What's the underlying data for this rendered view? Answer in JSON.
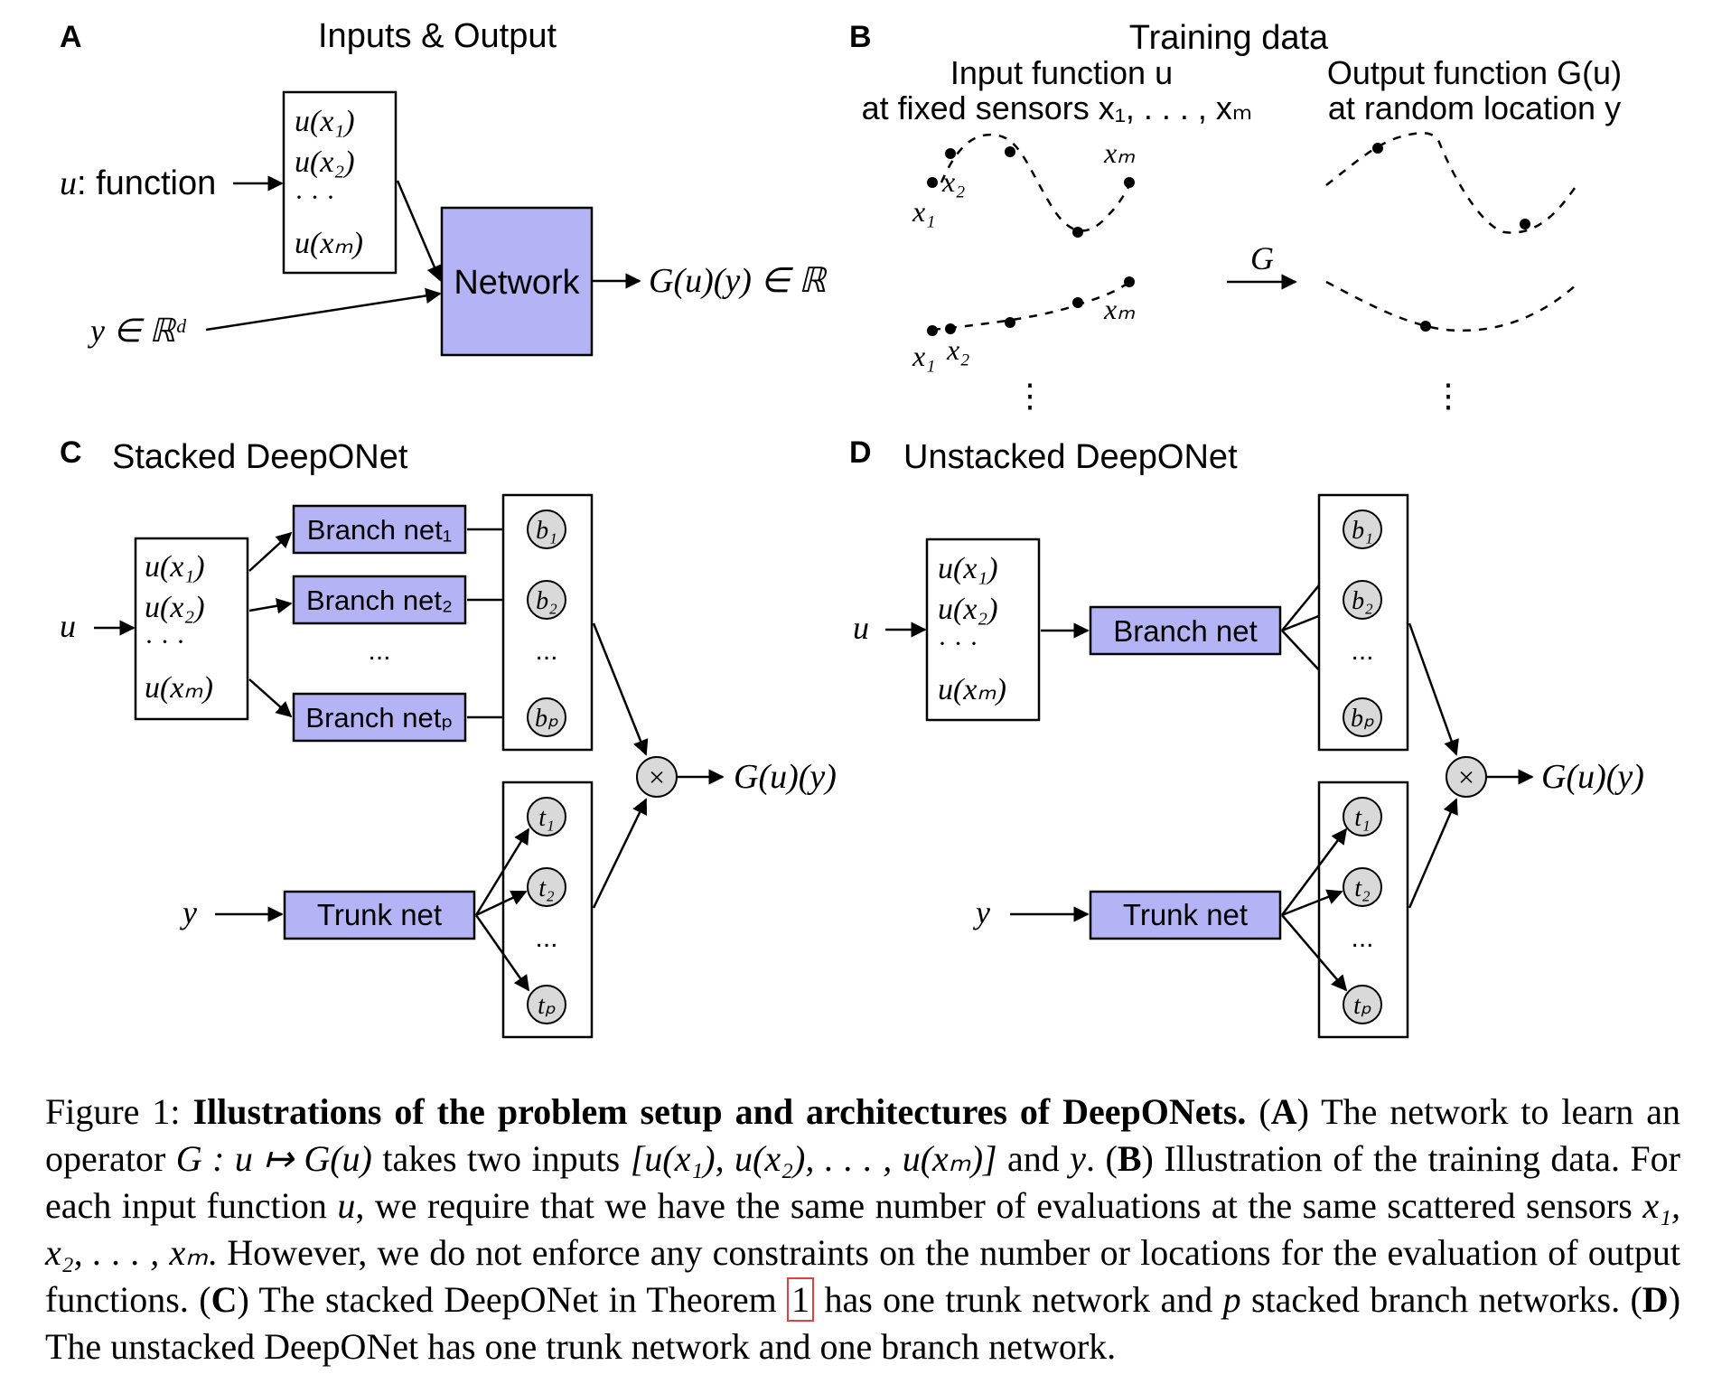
{
  "panel_a": {
    "letter": "A",
    "title": "Inputs & Output",
    "input_u_var": "u",
    "input_u_label": ": function",
    "sensor_values": [
      "u(x₁)",
      "u(x₂)",
      "· · ·",
      "u(xₘ)"
    ],
    "network_label": "Network",
    "y_input": "y ∈ ℝᵈ",
    "output": "G(u)(y) ∈ ℝ"
  },
  "panel_b": {
    "letter": "B",
    "title": "Training data",
    "input_heading_line1": "Input function u",
    "input_heading_line2": "at fixed sensors x₁, . . . , xₘ",
    "output_heading_line1": "Output function G(u)",
    "output_heading_line2": "at random location y",
    "operator": "G",
    "x1": "x₁",
    "x2": "x₂",
    "xm": "xₘ",
    "vdots": "⋮"
  },
  "panel_c": {
    "letter": "C",
    "title": "Stacked DeepONet",
    "input_u": "u",
    "sensor_values": [
      "u(x₁)",
      "u(x₂)",
      "· · ·",
      "u(xₘ)"
    ],
    "branch_nets": [
      "Branch net₁",
      "Branch net₂",
      "Branch netₚ"
    ],
    "branch_ellipsis": "...",
    "b_nodes": [
      "b₁",
      "b₂",
      "bₚ"
    ],
    "t_nodes": [
      "t₁",
      "t₂",
      "tₚ"
    ],
    "node_ellipsis": "...",
    "y_input": "y",
    "trunk_net": "Trunk net",
    "product": "×",
    "output": "G(u)(y)"
  },
  "panel_d": {
    "letter": "D",
    "title": "Unstacked DeepONet",
    "input_u": "u",
    "sensor_values": [
      "u(x₁)",
      "u(x₂)",
      "· · ·",
      "u(xₘ)"
    ],
    "branch_net": "Branch net",
    "b_nodes": [
      "b₁",
      "b₂",
      "bₚ"
    ],
    "t_nodes": [
      "t₁",
      "t₂",
      "tₚ"
    ],
    "node_ellipsis": "...",
    "y_input": "y",
    "trunk_net": "Trunk net",
    "product": "×",
    "output": "G(u)(y)"
  },
  "caption": {
    "figure_label": "Figure 1:",
    "bold_title": "Illustrations of the problem setup and architectures of DeepONets.",
    "part_a_label": "A",
    "part_a_text_1": "The network to learn an operator",
    "operator_expr": "G : u ↦ G(u)",
    "part_a_text_2": "takes two inputs",
    "inputs_expr": "[u(x₁), u(x₂), . . . , u(xₘ)]",
    "part_a_text_3": "and",
    "y_var": "y",
    "part_b_label": "B",
    "part_b_text_1": "Illustration of the training data. For each input function",
    "u_var": "u",
    "part_b_text_2": ", we require that we have the same number of evaluations at the same scattered sensors",
    "sensors_expr": "x₁, x₂, . . . , xₘ",
    "part_b_text_3": ". However, we do not enforce any constraints on the number or locations for the evaluation of output functions.",
    "part_c_label": "C",
    "part_c_text_1": "The stacked DeepONet in Theorem",
    "theorem_ref": "1",
    "part_c_text_2": "has one trunk network and",
    "p_var": "p",
    "part_c_text_3": "stacked branch networks.",
    "part_d_label": "D",
    "part_d_text": "The unstacked DeepONet has one trunk network and one branch network."
  },
  "colors": {
    "network_fill": "#b3b3f5",
    "node_fill": "#d9d9d9",
    "stroke": "#000000",
    "ref_box": "#e04040"
  }
}
